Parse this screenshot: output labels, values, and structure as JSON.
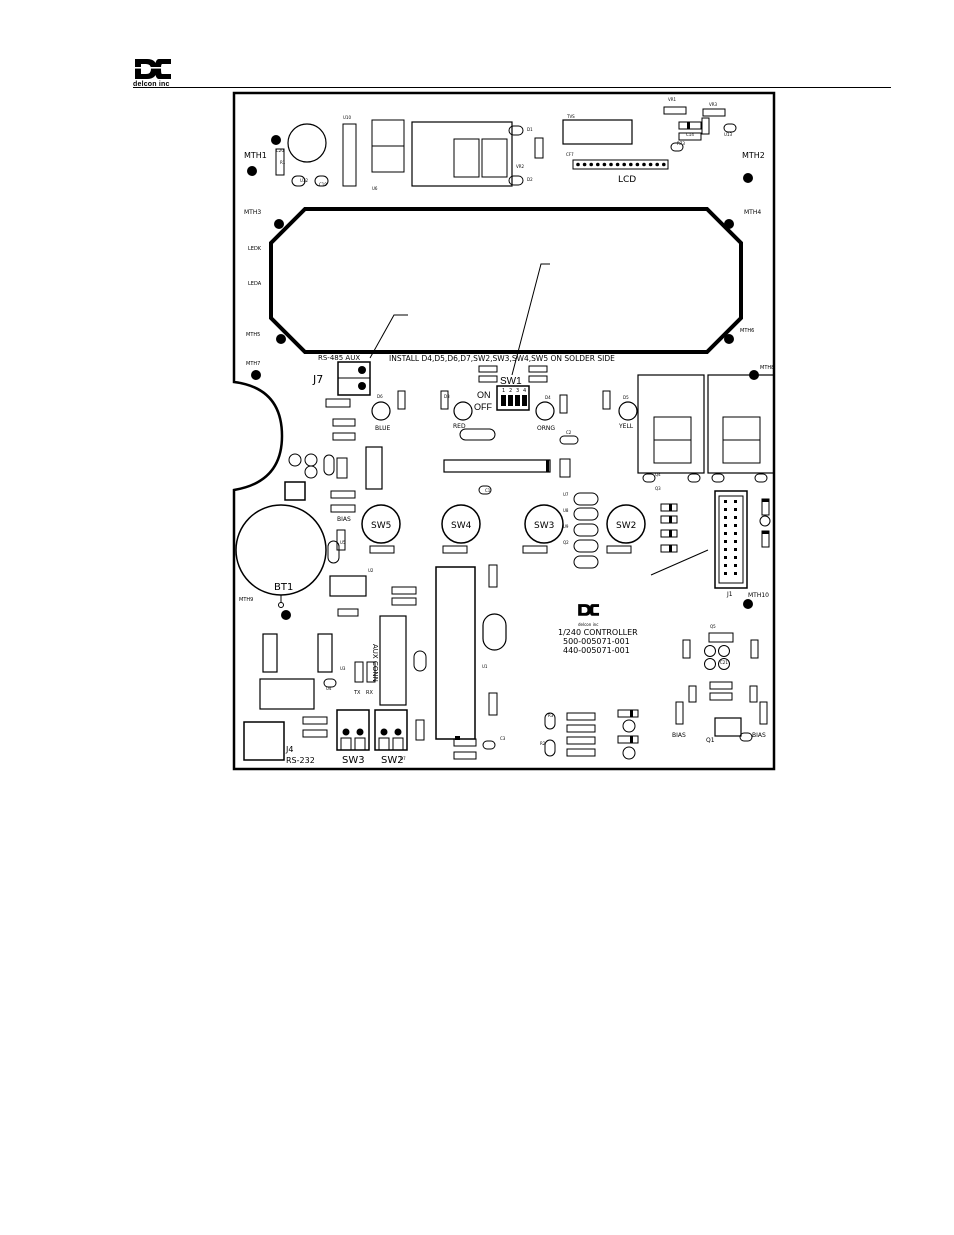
{
  "header": {
    "logo_text": "delcon inc"
  },
  "board": {
    "mounting_holes": [
      "MTH1",
      "MTH2",
      "MTH3",
      "MTH4",
      "MTH5",
      "MTH6",
      "MTH7",
      "MTH8",
      "MTH9",
      "MTH10"
    ],
    "lcd_label": "LCD",
    "lcd_pins": [
      "LEDK",
      "LEDA"
    ],
    "rs485_label": "RS-485 AUX",
    "install_note": "INSTALL D4,D5,D6,D7,SW2,SW3,SW4,SW5 ON SOLDER SIDE",
    "connector_j7": "J7",
    "dip": {
      "label": "SW1",
      "on": "ON",
      "off": "OFF",
      "numbers": [
        "1",
        "2",
        "3",
        "4"
      ]
    },
    "leds": {
      "blue": "BLUE",
      "red": "RED",
      "orange": "ORNG",
      "yellow": "YELL"
    },
    "switches": [
      "SW5",
      "SW4",
      "SW3",
      "SW2"
    ],
    "battery": "BT1",
    "aux_conn": "AUX CONN",
    "rs232": {
      "ref": "J4",
      "label": "RS-232"
    },
    "bottom_switches": [
      "SW3",
      "SW2"
    ],
    "controller": {
      "logo_text": "delcon inc",
      "name": "1/240 CONTROLLER",
      "part1": "500-005071-001",
      "part2": "440-005071-001"
    },
    "j1": "J1",
    "q1": "Q1",
    "bias": [
      "BIAS",
      "BIAS",
      "BIAS"
    ],
    "tx_rx": [
      "TX",
      "RX"
    ],
    "small_refs": [
      "U10",
      "U6",
      "VR2",
      "D1",
      "D2",
      "D3",
      "D4",
      "D5",
      "D6",
      "D7",
      "R1",
      "R2",
      "R3",
      "C1",
      "C2",
      "C3",
      "U1",
      "U2",
      "U3",
      "U4",
      "U5",
      "U7",
      "U8",
      "U9",
      "Q2",
      "Q3",
      "Q4",
      "Q5",
      "VR1",
      "VR3",
      "TVS",
      "CF7",
      "R73",
      "C14",
      "U13",
      "U12",
      "C19",
      "C20",
      "C21"
    ]
  }
}
